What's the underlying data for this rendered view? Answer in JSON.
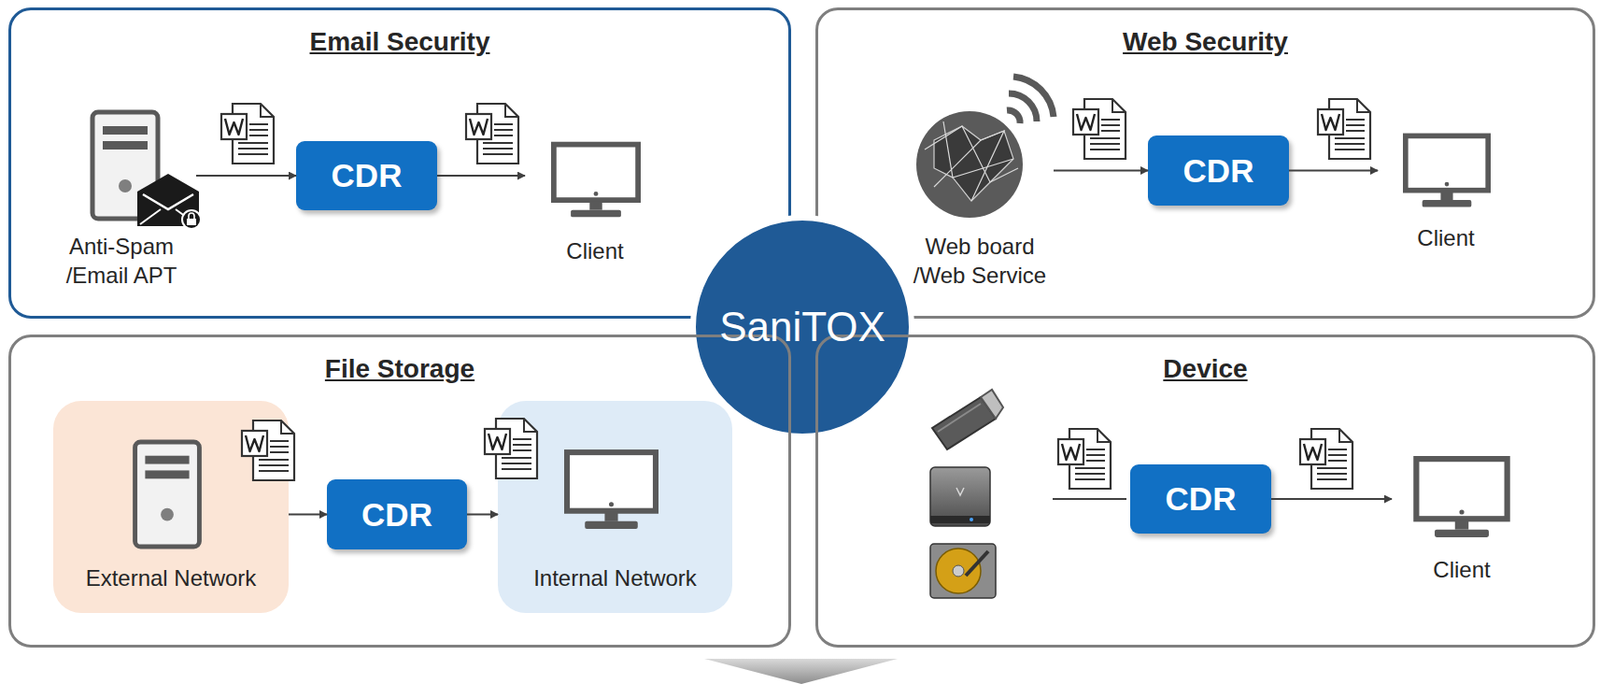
{
  "diagram": {
    "nodes": [
      {
        "text": [
          "Email Security"
        ]
      },
      {
        "text": [
          "Anti-Spam /Email APT"
        ],
        "in": 0
      },
      {
        "text": [
          "CDR"
        ],
        "in": 0
      },
      {
        "text": [
          "Client"
        ],
        "in": 0
      },
      {
        "text": [
          "Web Security"
        ]
      },
      {
        "text": [
          "Web board /Web Service"
        ],
        "in": 4
      },
      {
        "text": [
          "CDR"
        ],
        "in": 4
      },
      {
        "text": [
          "Client"
        ],
        "in": 4
      },
      {
        "text": [
          "SaniTOX"
        ]
      },
      {
        "text": [
          "File Storage"
        ]
      },
      {
        "text": [
          "External Network"
        ],
        "in": 9
      },
      {
        "text": [
          "CDR"
        ],
        "in": 9
      },
      {
        "text": [
          "Internal Network"
        ],
        "in": 9
      },
      {
        "text": [
          "Device"
        ]
      },
      {
        "text": [
          "CDR"
        ],
        "in": 13
      },
      {
        "text": [
          "Client"
        ],
        "in": 13
      }
    ],
    "edges": [
      {
        "from": 1,
        "to": 2,
        "arrow": "to"
      },
      {
        "from": 2,
        "to": 3,
        "arrow": "to"
      },
      {
        "from": 5,
        "to": 6,
        "arrow": "to"
      },
      {
        "from": 6,
        "to": 7,
        "arrow": "to"
      },
      {
        "from": 10,
        "to": 11,
        "arrow": "to"
      },
      {
        "from": 11,
        "to": 12,
        "arrow": "to"
      },
      {
        "from": 14,
        "to": 15,
        "arrow": "to"
      }
    ]
  }
}
